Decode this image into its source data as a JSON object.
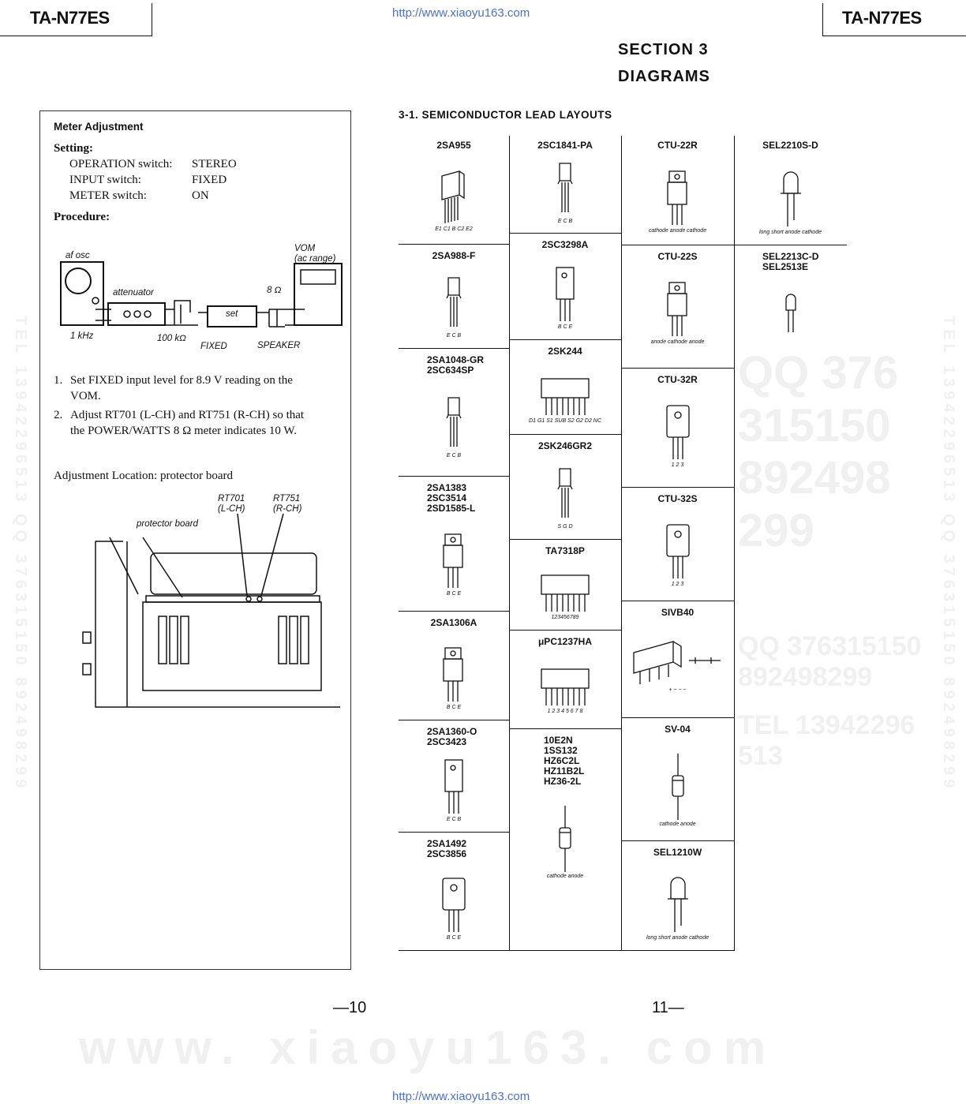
{
  "header": {
    "model_left": "TA-N77ES",
    "model_right": "TA-N77ES",
    "url_top": "http://www.xiaoyu163.com",
    "url_bottom": "http://www.xiaoyu163.com",
    "section": "SECTION 3",
    "section_title": "DIAGRAMS"
  },
  "watermarks": {
    "qq_top": "QQ 376315150  892498299",
    "qq_mid_left": "TEL 13942296513",
    "qq_mid_right": "QQ 376315150 892498299",
    "site": "www. xiaoyu163. com",
    "tel_side": "TEL 13942296513 QQ 376315150 892498299"
  },
  "meter": {
    "title": "Meter Adjustment",
    "setting_label": "Setting:",
    "settings": [
      {
        "k": "OPERATION switch:",
        "v": "STEREO"
      },
      {
        "k": "INPUT switch:",
        "v": "FIXED"
      },
      {
        "k": "METER switch:",
        "v": "ON"
      }
    ],
    "procedure_label": "Procedure:",
    "diagram": {
      "af_osc": "af osc",
      "vom": "VOM",
      "ac_range": "(ac range)",
      "attenuator": "attenuator",
      "ohm8": "8 Ω",
      "set": "set",
      "khz": "1 kHz",
      "k100": "100 kΩ",
      "fixed": "FIXED",
      "speaker": "SPEAKER"
    },
    "steps": [
      {
        "n": "1.",
        "a": "Set FIXED input level for 8.9 V reading on the",
        "b": "VOM."
      },
      {
        "n": "2.",
        "a": "Adjust RT701 (L-CH) and RT751 (R-CH) so that",
        "b": "the POWER/WATTS 8 Ω meter indicates 10 W."
      }
    ],
    "location": "Adjustment Location: protector board",
    "board": {
      "rt701": "RT701",
      "lch": "(L-CH)",
      "rt751": "RT751",
      "rch": "(R-CH)",
      "protector": "protector board"
    }
  },
  "semis": {
    "title": "3-1.  SEMICONDUCTOR LEAD LAYOUTS",
    "columns": [
      [
        {
          "name": "2SA955",
          "pkg": "flat",
          "pins": "E1 C1 B C2 E2"
        },
        {
          "name": "2SA988-F",
          "pkg": "to92",
          "pins": "E C B"
        },
        {
          "name": "2SA1048-GR\n2SC634SP",
          "pkg": "to92",
          "pins": "E C B"
        },
        {
          "name": "2SA1383\n2SC3514\n2SD1585-L",
          "pkg": "to220",
          "pins": "B C E"
        },
        {
          "name": "2SA1306A",
          "pkg": "to220",
          "pins": "B C E"
        },
        {
          "name": "2SA1360-O\n2SC3423",
          "pkg": "to126",
          "pins": "E C B"
        },
        {
          "name": "2SA1492\n2SC3856",
          "pkg": "to3p",
          "pins": "B C E"
        }
      ],
      [
        {
          "name": "2SC1841-PA",
          "pkg": "to92",
          "pins": "E C B"
        },
        {
          "name": "2SC3298A",
          "pkg": "to126",
          "pins": "B C E"
        },
        {
          "name": "2SK244",
          "pkg": "sip",
          "pins": "D1 G1 S1 SUB S2 G2 D2 NC"
        },
        {
          "name": "2SK246GR2",
          "pkg": "to92",
          "pins": "S G D"
        },
        {
          "name": "TA7318P",
          "pkg": "sip",
          "pins": "123456789"
        },
        {
          "name": "μPC1237HA",
          "pkg": "sip",
          "pins": "1 2 3 4 5 6 7 8"
        },
        {
          "name": "10E2N\n1SS132\nHZ6C2L\nHZ11B2L\nHZ36-2L",
          "pkg": "axial",
          "pins": "cathode anode"
        }
      ],
      [
        {
          "name": "CTU-22R",
          "pkg": "to220",
          "pins": "cathode anode cathode"
        },
        {
          "name": "CTU-22S",
          "pkg": "to220",
          "pins": "anode cathode anode"
        },
        {
          "name": "CTU-32R",
          "pkg": "to3p",
          "pins": "1 2 3"
        },
        {
          "name": "CTU-32S",
          "pkg": "to3p",
          "pins": "1 2 3"
        },
        {
          "name": "SIVB40",
          "pkg": "bridge",
          "pins": "+ ~ ~ −"
        },
        {
          "name": "SV-04",
          "pkg": "axial",
          "pins": "cathode anode"
        },
        {
          "name": "SEL1210W",
          "pkg": "led",
          "pins": "long short anode cathode"
        }
      ],
      [
        {
          "name": "SEL2210S-D",
          "pkg": "led",
          "pins": "long short anode cathode"
        },
        {
          "name": "SEL2213C-D\nSEL2513E",
          "pkg": "ledsmall",
          "pins": ""
        }
      ]
    ]
  },
  "footer": {
    "page_left": "—10",
    "page_right": "11—"
  }
}
